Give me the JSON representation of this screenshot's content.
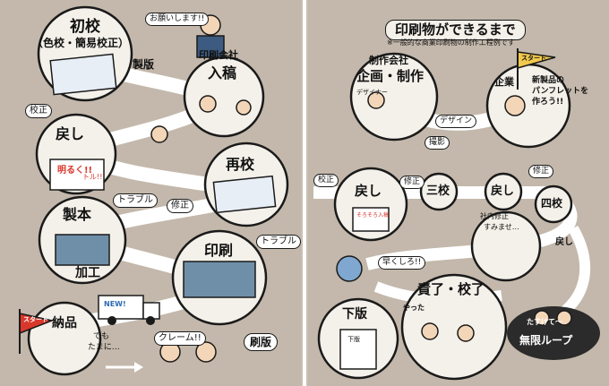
{
  "colors": {
    "background": "#c3b8ab",
    "road": "#ffffff",
    "circle_fill": "#f4f1ea",
    "outline": "#1a1a1a",
    "flag_red": "#d9372b",
    "flag_yellow": "#f2c94c",
    "loop_dark": "#2b2b2b"
  },
  "left": {
    "initial_proof": "初校",
    "initial_proof_sub": "（色校・簡易校正）",
    "speech_request": "お願いします!!",
    "plate_making": "製版",
    "print_company": "印刷会社",
    "manuscript_in": "入稿",
    "proof_correction": "校正",
    "return": "戻し",
    "return_note": "明るく!!",
    "return_note2": "トル!!",
    "second_proof": "再校",
    "trouble": "トラブル",
    "correction": "修正",
    "binding": "製本",
    "processing": "加工",
    "printing": "印刷",
    "trouble2": "トラブル",
    "delivery": "納品",
    "start_flag": "スタート",
    "sometimes1": "でも",
    "sometimes2": "たまに…",
    "claim": "クレーム!!",
    "reprint": "刷版",
    "truck_label": "NEW!"
  },
  "right": {
    "title": "印刷物ができるまで",
    "subtitle": "※一般的な商業印刷物の制作工程例です",
    "production_company": "制作会社",
    "planning": "企画・制作",
    "designer": "デザイナー",
    "design": "デザイン",
    "photo": "撮影",
    "client": "企業",
    "client_speech1": "新製品の",
    "client_speech2": "パンフレットを",
    "client_speech3": "作ろう!!",
    "start_flag": "スタート",
    "proof_correction": "校正",
    "return": "戻し",
    "return_note": "そろそろ入稿",
    "correction": "修正",
    "third_proof": "三校",
    "return2": "戻し",
    "correction2": "修正",
    "fourth_proof": "四校",
    "return3": "戻し",
    "client_fix1": "社内修正",
    "client_fix2": "すみませ…",
    "hurry": "早くしろ!!",
    "final_proof": "責了・校了",
    "plate": "下版",
    "plate_doc": "下版",
    "hooray": "やった",
    "help": "たすけて〜",
    "infinite_loop": "無限ループ"
  }
}
